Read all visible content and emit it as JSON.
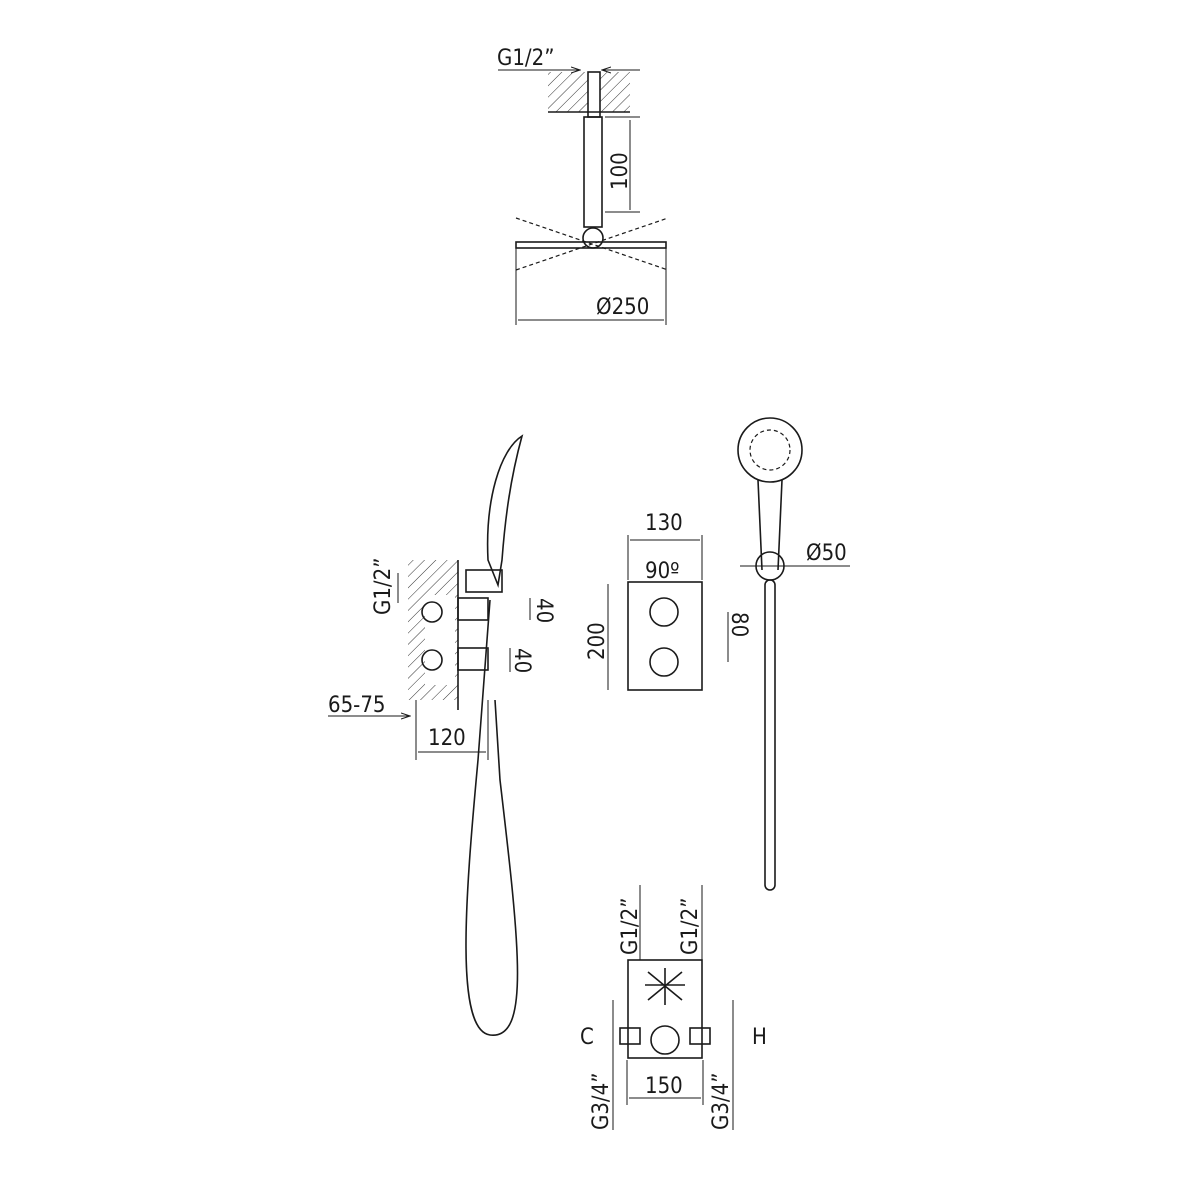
{
  "colors": {
    "line": "#1a1a1a",
    "background": "#ffffff"
  },
  "ceiling_shower": {
    "thread_label": "G1/2”",
    "arm_length_label": "100",
    "head_diameter_label": "Ø250"
  },
  "side_view": {
    "thread_label": "G1/2”",
    "upper_depth_label": "40",
    "lower_depth_label": "40",
    "wall_depth_label": "65-75",
    "total_depth_label": "120"
  },
  "front_view": {
    "width_label": "130",
    "rotation_label": "90º",
    "height_label": "200",
    "spacing_label": "80"
  },
  "hand_shower": {
    "diameter_label": "Ø50"
  },
  "valve_body": {
    "outlet_left_label": "G1/2”",
    "outlet_right_label": "G1/2”",
    "cold_label": "C",
    "hot_label": "H",
    "inlet_left_label": "G3/4”",
    "inlet_right_label": "G3/4”",
    "width_label": "150"
  }
}
